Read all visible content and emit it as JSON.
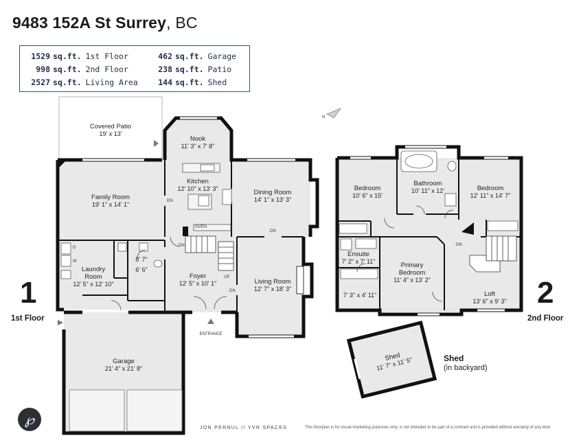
{
  "title": {
    "address": "9483 152A St  Surrey",
    "city": ", BC"
  },
  "stats": {
    "left": [
      {
        "value": "1529",
        "unit": "sq.ft.",
        "label": "1st Floor"
      },
      {
        "value": "998",
        "unit": "sq.ft.",
        "label": "2nd Floor"
      },
      {
        "value": "2527",
        "unit": "sq.ft.",
        "label": "Living Area"
      }
    ],
    "right": [
      {
        "value": "462",
        "unit": "sq.ft.",
        "label": "Garage"
      },
      {
        "value": "238",
        "unit": "sq.ft.",
        "label": "Patio"
      },
      {
        "value": "144",
        "unit": "sq.ft.",
        "label": "Shed"
      }
    ]
  },
  "compass": {
    "letter": "N"
  },
  "floor1": {
    "number": "1",
    "label": "1st Floor",
    "rooms": {
      "covered_patio": {
        "name": "Covered Patio",
        "dim": "19' x 13'"
      },
      "nook": {
        "name": "Nook",
        "dim": "11' 3\" x 7' 8\""
      },
      "kitchen": {
        "name": "Kitchen",
        "dim": "12' 10\" x 13' 3\""
      },
      "dining": {
        "name": "Dining Room",
        "dim": "14' 1\" x 13' 3\""
      },
      "family": {
        "name": "Family Room",
        "dim": "19' 1\" x 14' 1\""
      },
      "laundry": {
        "name1": "Laundry",
        "name2": "Room",
        "dim": "12' 5\" x 12' 10\""
      },
      "powder": {
        "dim1": "8' 7\"",
        "dim2": "6' 6\""
      },
      "foyer": {
        "name": "Foyer",
        "dim": "12' 5\" x 10' 1\""
      },
      "living": {
        "name": "Living Room",
        "dim": "12' 7\" x 18' 3\""
      },
      "garage": {
        "name": "Garage",
        "dim": "21' 4\" x 21' 8\""
      }
    },
    "labels": {
      "entrance": "ENTRANCE",
      "oven": "OVEN",
      "dn": "DN",
      "up": "UP",
      "d": "D",
      "w": "W"
    }
  },
  "floor2": {
    "number": "2",
    "label": "2nd Floor",
    "rooms": {
      "bedroom_a": {
        "name": "Bedroom",
        "dim": "10' 6\" x 15'"
      },
      "bathroom": {
        "name": "Bathroom",
        "dim": "10' 11\" x 12'"
      },
      "bedroom_b": {
        "name": "Bedroom",
        "dim": "12' 11\" x 14' 7\""
      },
      "ensuite": {
        "name": "Ensuite",
        "dim": "7' 2\" x 7' 11\""
      },
      "primary": {
        "name1": "Primary",
        "name2": "Bedroom",
        "dim": "11' 4\" x 13' 2\""
      },
      "closet": {
        "dim": "7' 3\" x 4' 11\""
      },
      "loft": {
        "name": "Loft",
        "dim": "13' 6\" x 9' 3\""
      }
    },
    "labels": {
      "dn": "DN"
    }
  },
  "shed": {
    "name": "Shed",
    "dim": "11' 7\" x 11' 5\"",
    "caption_title": "Shed",
    "caption_sub": "(in backyard)"
  },
  "footer": {
    "credit": "JON PERNUL // YVR SPACES",
    "disclaimer": "This floorplan is for visual marketing purposes only, is not intended to be part of a contract and is provided without warranty of any kind.",
    "logo_glyph": "℘",
    "logo_icon": "brand-logo-icon"
  },
  "colors": {
    "wall": "#111111",
    "floor": "#e9e9e9",
    "accent": "#3a4a6b",
    "patio": "#ffffff"
  }
}
